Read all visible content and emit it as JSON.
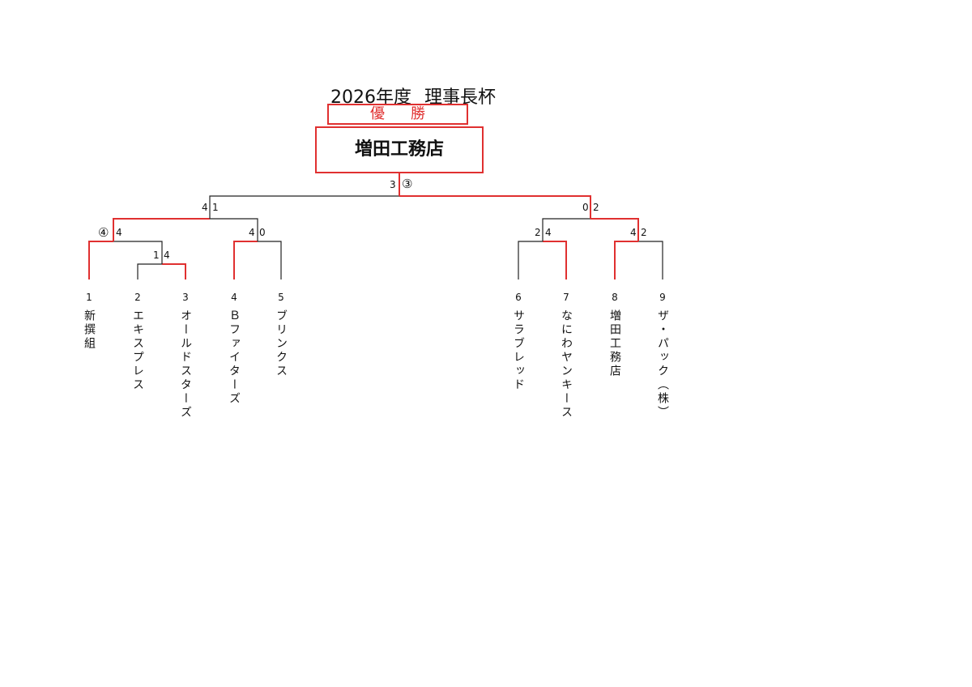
{
  "title": {
    "year": "2026年度",
    "name": "理事長杯"
  },
  "victory_label": "優勝",
  "champion": "増田工務店",
  "colors": {
    "winner_line": "#e03030",
    "loser_line": "#222222",
    "text": "#111111"
  },
  "teams": [
    {
      "seed": "1",
      "name": "新撰組"
    },
    {
      "seed": "2",
      "name": "エキスプレス"
    },
    {
      "seed": "3",
      "name": "オールドスターズ"
    },
    {
      "seed": "4",
      "name": "Ｂファイターズ"
    },
    {
      "seed": "5",
      "name": "ブリンクス"
    },
    {
      "seed": "6",
      "name": "サラブレッド"
    },
    {
      "seed": "7",
      "name": "なにわヤンキース"
    },
    {
      "seed": "8",
      "name": "増田工務店"
    },
    {
      "seed": "9",
      "name": "ザ・パック（株）"
    }
  ],
  "matches": {
    "m_2v3": {
      "left": "1",
      "right": "4"
    },
    "m_1vW": {
      "match_no": "④",
      "left": "",
      "right": "4"
    },
    "m_4v5": {
      "left": "4",
      "right": "0"
    },
    "m_leftSemi": {
      "left": "4",
      "right": "1"
    },
    "m_6v7": {
      "left": "2",
      "right": "4"
    },
    "m_8v9": {
      "left": "4",
      "right": "2"
    },
    "m_rightSemi": {
      "left": "0",
      "right": "2"
    },
    "m_final": {
      "left": "3",
      "match_no": "③"
    }
  }
}
